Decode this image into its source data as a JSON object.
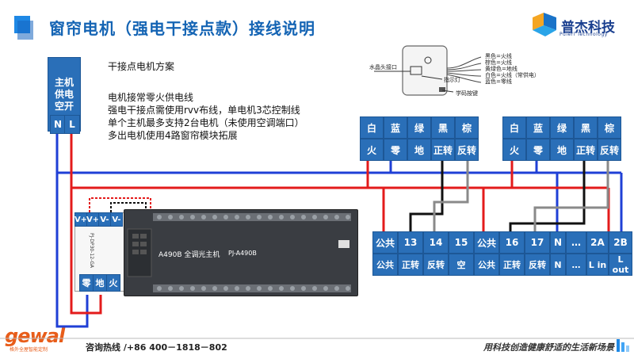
{
  "title": "窗帘电机（强电干接点款）接线说明",
  "brand": {
    "name": "普杰科技",
    "sub": "Puierl Technology"
  },
  "notes": {
    "heading": "干接点电机方案",
    "lines": [
      "电机接常零火供电线",
      "强电干接点需使用rvv布线，单电机3芯控制线",
      "单个主机最多支持2台电机（未使用空调端口）",
      "多出电机使用4路窗帘模块拓展"
    ]
  },
  "main_switch": {
    "label_lines": [
      "主机",
      "供电",
      "空开"
    ],
    "n": "N",
    "l": "L"
  },
  "motor_diagram": {
    "interface_label": "水晶头接口",
    "indicator_label": "指示灯",
    "learn_label": "学码按键",
    "wires": [
      "黑色=火线",
      "棕色=火线",
      "黄绿色=地线",
      "白色=火线（常供电）",
      "蓝色=零线"
    ]
  },
  "motor1": {
    "colors": [
      "白",
      "蓝",
      "绿",
      "黑",
      "棕"
    ],
    "functions": [
      "火",
      "零",
      "地",
      "正转",
      "反转"
    ]
  },
  "motor2": {
    "colors": [
      "白",
      "蓝",
      "绿",
      "黑",
      "棕"
    ],
    "functions": [
      "火",
      "零",
      "地",
      "正转",
      "反转"
    ]
  },
  "psu": {
    "top": [
      "V+",
      "V+",
      "V-",
      "V-"
    ],
    "bottom": [
      "零",
      "地",
      "火"
    ],
    "side_text": "PJ-DP30-12-GA"
  },
  "host": {
    "model": "A490B 全调光主机",
    "code": "PJ-A490B"
  },
  "terminal": {
    "top": [
      "公共",
      "13",
      "14",
      "15",
      "公共",
      "16",
      "17",
      "N",
      "…",
      "2A",
      "2B"
    ],
    "bottom": [
      "公共",
      "正转",
      "反转",
      "空",
      "公共",
      "正转",
      "反转",
      "N",
      "…",
      "L in",
      "L out"
    ]
  },
  "footer": {
    "brand": "gewal",
    "brand_sub": "格外全屋智能定制",
    "hotline_label": "咨询热线",
    "hotline_number": "/+86 400－1818－802",
    "slogan": "用科技创造健康舒适的生活新场景"
  },
  "colors": {
    "accent": "#2a6fb8",
    "wire_red": "#e31b1b",
    "wire_blue": "#1f3fd6",
    "wire_black": "#111111",
    "wire_gray": "#8a8a8a",
    "device": "#3a3d42",
    "gewal": "#e85d1a"
  }
}
